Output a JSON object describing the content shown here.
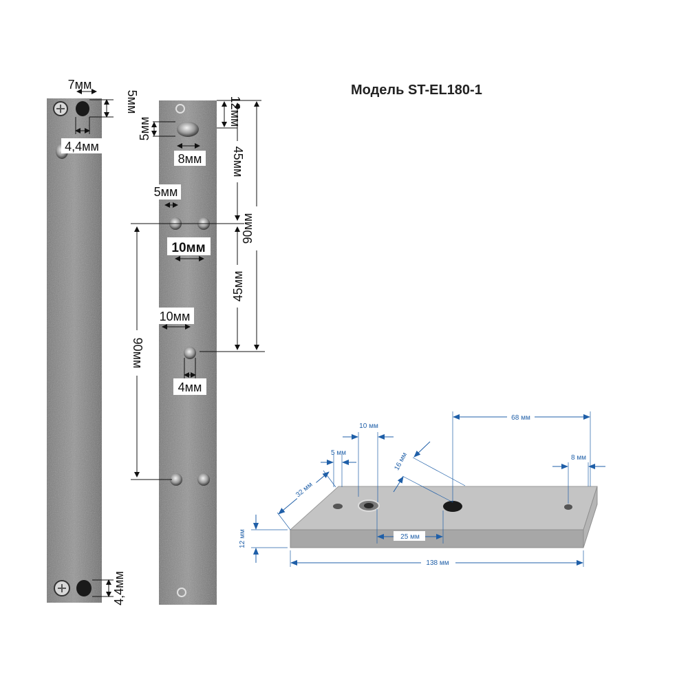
{
  "title": "Модель ST-EL180-1",
  "left_plate": {
    "hole_spacing": "7мм",
    "hole_height": "5мм",
    "hole_diameter": "4,4мм",
    "bottom_hole": "4,4мм"
  },
  "middle_plate": {
    "top_offset": "12мм",
    "slot_height": "5мм",
    "slot_width": "8мм",
    "section_upper": "45мм",
    "section_total": "90мм",
    "hole_small": "5мм",
    "hole_spacing_a": "10мм",
    "section_lower": "45мм",
    "hole_spacing_b": "10мм",
    "side_length": "90мм",
    "hole_diameter": "4мм"
  },
  "block_3d": {
    "offset_32": "32 мм",
    "hole_5": "5 мм",
    "hole_10": "10 мм",
    "hole_16": "16 мм",
    "offset_68": "68 мм",
    "hole_8": "8 мм",
    "spacing_25": "25 мм",
    "height_12": "12 мм",
    "length_138": "138 мм"
  },
  "colors": {
    "metal": "#8a8a8a",
    "metal_dark": "#5c5c5c",
    "dimension_blue": "#1f5fa8",
    "block_top": "#c2c2c2",
    "block_front": "#a9a9a9"
  }
}
